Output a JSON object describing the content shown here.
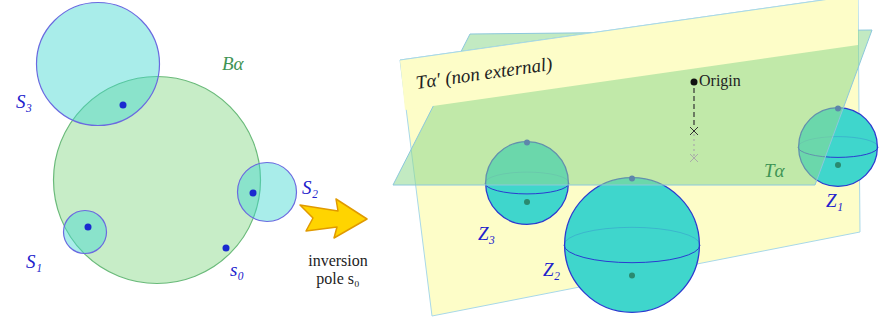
{
  "diagram": {
    "nodes": [
      {
        "text": [
          "S₃"
        ]
      },
      {
        "text": [
          "Bα"
        ]
      },
      {
        "text": [
          "S₂"
        ]
      },
      {
        "text": [
          "S₁"
        ]
      },
      {
        "text": [
          "Tα′ (non external)"
        ]
      },
      {
        "text": [
          "Tα"
        ]
      },
      {
        "text": [
          "Z₃"
        ]
      },
      {
        "text": [
          "Z₂"
        ]
      },
      {
        "text": [
          "Z₁"
        ]
      }
    ],
    "labels": [
      "s₀",
      "inversion pole s₀",
      "Origin"
    ]
  }
}
